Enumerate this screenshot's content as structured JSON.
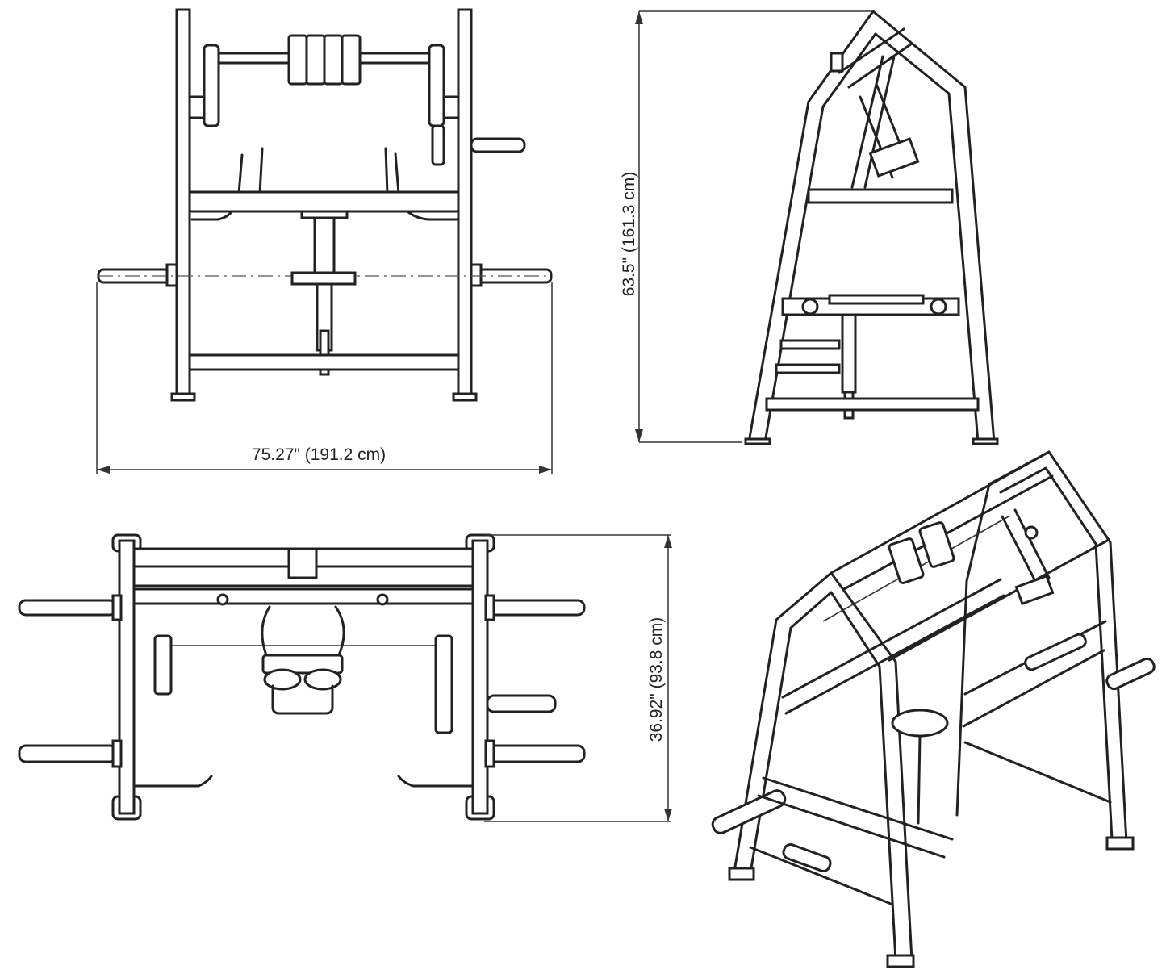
{
  "dimensions": {
    "width_label": "75.27\" (191.2 cm)",
    "height_label": "63.5\" (161.3 cm)",
    "depth_label": "36.92\" (93.8 cm)"
  },
  "colors": {
    "line": "#222222",
    "background": "#ffffff"
  }
}
